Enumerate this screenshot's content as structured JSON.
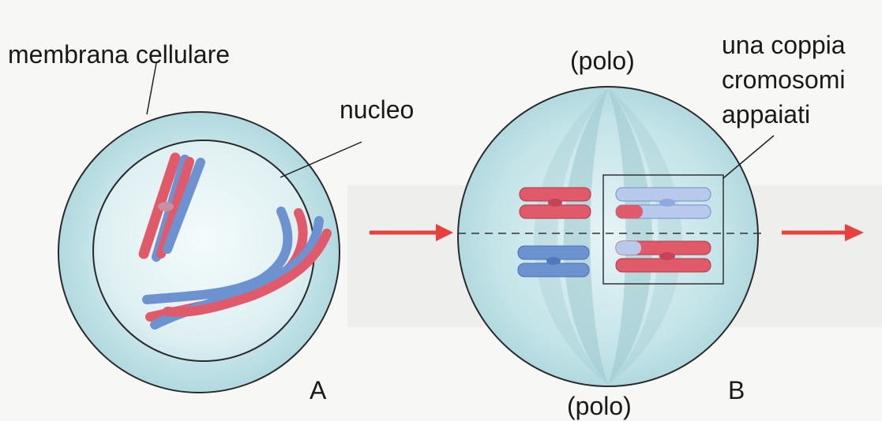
{
  "labels": {
    "cell_membrane": "membrana cellulare",
    "nucleus": "nucleo",
    "pole_top": "(polo)",
    "pole_bottom": "(polo)",
    "pair_line1": "una coppia",
    "pair_line2": "cromosomi",
    "pair_line3": "appaiati",
    "panel_a": "A",
    "panel_b": "B"
  },
  "colors": {
    "cell_fill": "#bfe2e6",
    "cell_stroke": "#2a2a2a",
    "chromosome_red": "#e05a6a",
    "chromosome_blue": "#6d92d0",
    "chromosome_light_blue": "#b9c9ec",
    "arrow": "#e8413c"
  }
}
